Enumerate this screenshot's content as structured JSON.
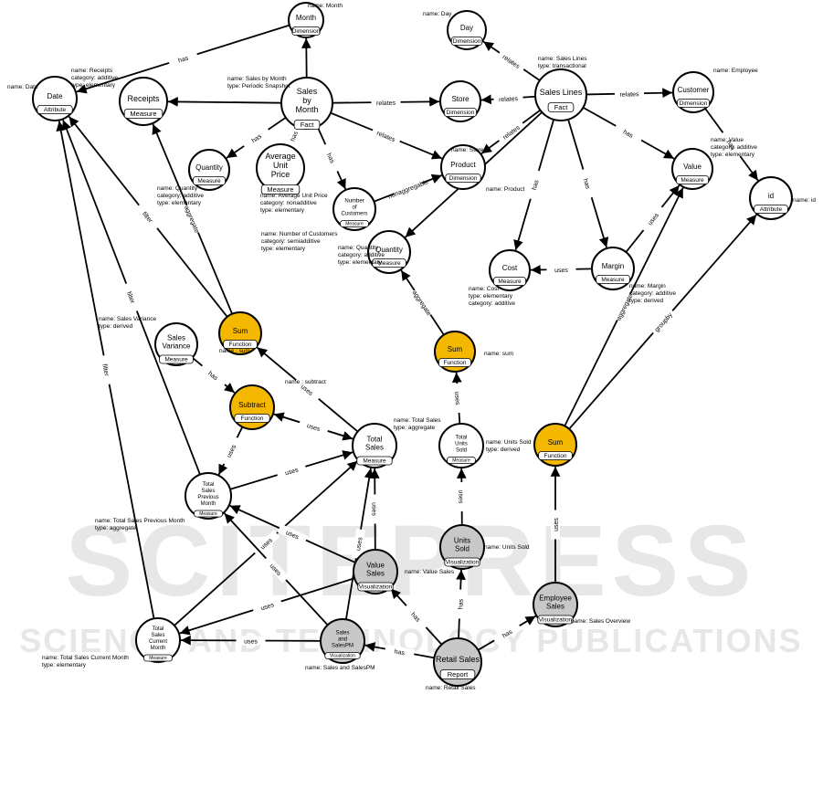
{
  "watermark": {
    "line1": "SCITEPRESS",
    "line2": "SCIENCE AND TECHNOLOGY PUBLICATIONS"
  },
  "colors": {
    "function": "#f5b800",
    "visualization": "#c8c8c8",
    "report": "#c8c8c8",
    "default": "#ffffff",
    "stroke": "#000000"
  },
  "nodes": {
    "month": {
      "label": "Month",
      "type": "Dimension"
    },
    "day": {
      "label": "Day",
      "type": "Dimension"
    },
    "date": {
      "label": "Date",
      "type": "Attribute"
    },
    "receipts": {
      "label": "Receipts",
      "type": "Measure"
    },
    "salesbymonth": {
      "label": "Sales by Month",
      "type": "Fact"
    },
    "store": {
      "label": "Store",
      "type": "Dimension"
    },
    "saleslines": {
      "label": "Sales Lines",
      "type": "Fact"
    },
    "customer": {
      "label": "Customer",
      "type": "Dimension"
    },
    "quantity1": {
      "label": "Quantity",
      "type": "Measure"
    },
    "avgunitprice": {
      "label": "Average Unit Price",
      "type": "Measure"
    },
    "numcustomers": {
      "label": "Number of Customers",
      "type": "Measure"
    },
    "product": {
      "label": "Product",
      "type": "Dimension"
    },
    "value": {
      "label": "Value",
      "type": "Measure"
    },
    "id": {
      "label": "id",
      "type": "Attribute"
    },
    "quantity2": {
      "label": "Quantity",
      "type": "Measure"
    },
    "cost": {
      "label": "Cost",
      "type": "Measure"
    },
    "margin": {
      "label": "Margin",
      "type": "Measure"
    },
    "sum1": {
      "label": "Sum",
      "type": "Function"
    },
    "sum2": {
      "label": "Sum",
      "type": "Function"
    },
    "sum3": {
      "label": "Sum",
      "type": "Function"
    },
    "salesvariance": {
      "label": "Sales Variance",
      "type": "Measure"
    },
    "subtract": {
      "label": "Subtract",
      "type": "Function"
    },
    "totalsales": {
      "label": "Total Sales",
      "type": "Measure"
    },
    "totalunitssold": {
      "label": "Total Units Sold",
      "type": "Measure"
    },
    "tsprevmonth": {
      "label": "Total Sales Previous Month",
      "type": "Measure"
    },
    "unitssold": {
      "label": "Units Sold",
      "type": "Visualization"
    },
    "valuesales": {
      "label": "Value Sales",
      "type": "Visualization"
    },
    "employeesales": {
      "label": "Employee Sales",
      "type": "Visualization"
    },
    "tscurrmonth": {
      "label": "Total Sales Current Month",
      "type": "Measure"
    },
    "salesandsalespm": {
      "label": "Sales and SalesPM",
      "type": "Visualization"
    },
    "retailsales": {
      "label": "Retail Sales",
      "type": "Report"
    }
  },
  "edges": [
    {
      "from": "salesbymonth",
      "to": "month",
      "label": ""
    },
    {
      "from": "month",
      "to": "date",
      "label": "has"
    },
    {
      "from": "salesbymonth",
      "to": "receipts",
      "label": ""
    },
    {
      "from": "salesbymonth",
      "to": "store",
      "label": "relates"
    },
    {
      "from": "salesbymonth",
      "to": "quantity1",
      "label": "has"
    },
    {
      "from": "salesbymonth",
      "to": "avgunitprice",
      "label": "has"
    },
    {
      "from": "salesbymonth",
      "to": "numcustomers",
      "label": "has"
    },
    {
      "from": "salesbymonth",
      "to": "product",
      "label": "relates"
    },
    {
      "from": "numcustomers",
      "to": "product",
      "label": "nonaggregable"
    },
    {
      "from": "saleslines",
      "to": "day",
      "label": "relates"
    },
    {
      "from": "saleslines",
      "to": "store",
      "label": "relates"
    },
    {
      "from": "saleslines",
      "to": "customer",
      "label": "relates"
    },
    {
      "from": "saleslines",
      "to": "product",
      "label": "relates"
    },
    {
      "from": "saleslines",
      "to": "value",
      "label": "has"
    },
    {
      "from": "saleslines",
      "to": "quantity2",
      "label": ""
    },
    {
      "from": "saleslines",
      "to": "cost",
      "label": "has"
    },
    {
      "from": "saleslines",
      "to": "margin",
      "label": "has"
    },
    {
      "from": "customer",
      "to": "id",
      "label": "has"
    },
    {
      "from": "margin",
      "to": "cost",
      "label": "uses"
    },
    {
      "from": "margin",
      "to": "value",
      "label": "uses"
    },
    {
      "from": "sum1",
      "to": "receipts",
      "label": "aggregate"
    },
    {
      "from": "sum1",
      "to": "date",
      "label": "filter"
    },
    {
      "from": "sum2",
      "to": "quantity2",
      "label": "aggregate"
    },
    {
      "from": "sum3",
      "to": "value",
      "label": "aggregate"
    },
    {
      "from": "sum3",
      "to": "id",
      "label": "groupby"
    },
    {
      "from": "salesvariance",
      "to": "subtract",
      "label": "has"
    },
    {
      "from": "subtract",
      "to": "totalsales",
      "label": "uses"
    },
    {
      "from": "subtract",
      "to": "tsprevmonth",
      "label": "uses"
    },
    {
      "from": "totalsales",
      "to": "sum1",
      "label": "uses"
    },
    {
      "from": "totalsales",
      "to": "subtract",
      "label": "uses"
    },
    {
      "from": "tsprevmonth",
      "to": "totalsales",
      "label": "uses"
    },
    {
      "from": "tsprevmonth",
      "to": "date",
      "label": "filter"
    },
    {
      "from": "tscurrmonth",
      "to": "date",
      "label": "filter"
    },
    {
      "from": "tscurrmonth",
      "to": "totalsales",
      "label": "uses"
    },
    {
      "from": "totalunitssold",
      "to": "sum2",
      "label": "uses"
    },
    {
      "from": "unitssold",
      "to": "totalunitssold",
      "label": "uses"
    },
    {
      "from": "valuesales",
      "to": "totalsales",
      "label": "uses"
    },
    {
      "from": "valuesales",
      "to": "tsprevmonth",
      "label": "uses"
    },
    {
      "from": "valuesales",
      "to": "tscurrmonth",
      "label": "uses"
    },
    {
      "from": "employeesales",
      "to": "sum3",
      "label": "uses"
    },
    {
      "from": "salesandsalespm",
      "to": "tscurrmonth",
      "label": "uses"
    },
    {
      "from": "salesandsalespm",
      "to": "tsprevmonth",
      "label": "uses"
    },
    {
      "from": "salesandsalespm",
      "to": "totalsales",
      "label": "uses"
    },
    {
      "from": "retailsales",
      "to": "valuesales",
      "label": "has"
    },
    {
      "from": "retailsales",
      "to": "unitssold",
      "label": "has"
    },
    {
      "from": "retailsales",
      "to": "employeesales",
      "label": "has"
    },
    {
      "from": "retailsales",
      "to": "salesandsalespm",
      "label": "has"
    }
  ],
  "annotations": [
    {
      "lines": [
        "name: Month"
      ]
    },
    {
      "lines": [
        "name: Day"
      ]
    },
    {
      "lines": [
        "name: Date"
      ]
    },
    {
      "lines": [
        "name: Receipts",
        "category: additive",
        "type: elementary"
      ]
    },
    {
      "lines": [
        "name: Sales by Month",
        "type: Periodic Snapshot"
      ]
    },
    {
      "lines": [
        "name: Sales Lines",
        "type: transactional"
      ]
    },
    {
      "lines": [
        "name: Employee"
      ]
    },
    {
      "lines": [
        "name: Store"
      ]
    },
    {
      "lines": [
        "name: Product"
      ]
    },
    {
      "lines": [
        "name: Quantity",
        "category: additive",
        "type: elementary"
      ]
    },
    {
      "lines": [
        "name: Average Unit Price",
        "category: nonadditive",
        "type: elementary"
      ]
    },
    {
      "lines": [
        "name: Number of Customers",
        "category: semiadditive",
        "type: elementary"
      ]
    },
    {
      "lines": [
        "name: Value",
        "category: additive",
        "type: elementary"
      ]
    },
    {
      "lines": [
        "name: id"
      ]
    },
    {
      "lines": [
        "name: Quantity",
        "category: additive",
        "type: elementary"
      ]
    },
    {
      "lines": [
        "name: Cost",
        "type: elementary",
        "category: additive"
      ]
    },
    {
      "lines": [
        "name: Margin",
        "category: additive",
        "type: derived"
      ]
    },
    {
      "lines": [
        "name : sum"
      ]
    },
    {
      "lines": [
        "name : subtract"
      ]
    },
    {
      "lines": [
        "name: Sales Variance",
        "type: derived"
      ]
    },
    {
      "lines": [
        "name: Total Sales",
        "type: aggregate"
      ]
    },
    {
      "lines": [
        "name: sum"
      ]
    },
    {
      "lines": [
        "name: Units Sold",
        "type: derived"
      ]
    },
    {
      "lines": [
        "name: Total Sales Previous Month",
        "type: aggregate"
      ]
    },
    {
      "lines": [
        "name: Units Sold"
      ]
    },
    {
      "lines": [
        "name: Value Sales"
      ]
    },
    {
      "lines": [
        "name: Sales Overview"
      ]
    },
    {
      "lines": [
        "name: Total Sales Current Month",
        "type: elementary"
      ]
    },
    {
      "lines": [
        "name: Sales and SalesPM"
      ]
    },
    {
      "lines": [
        "name: Retail Sales"
      ]
    }
  ]
}
